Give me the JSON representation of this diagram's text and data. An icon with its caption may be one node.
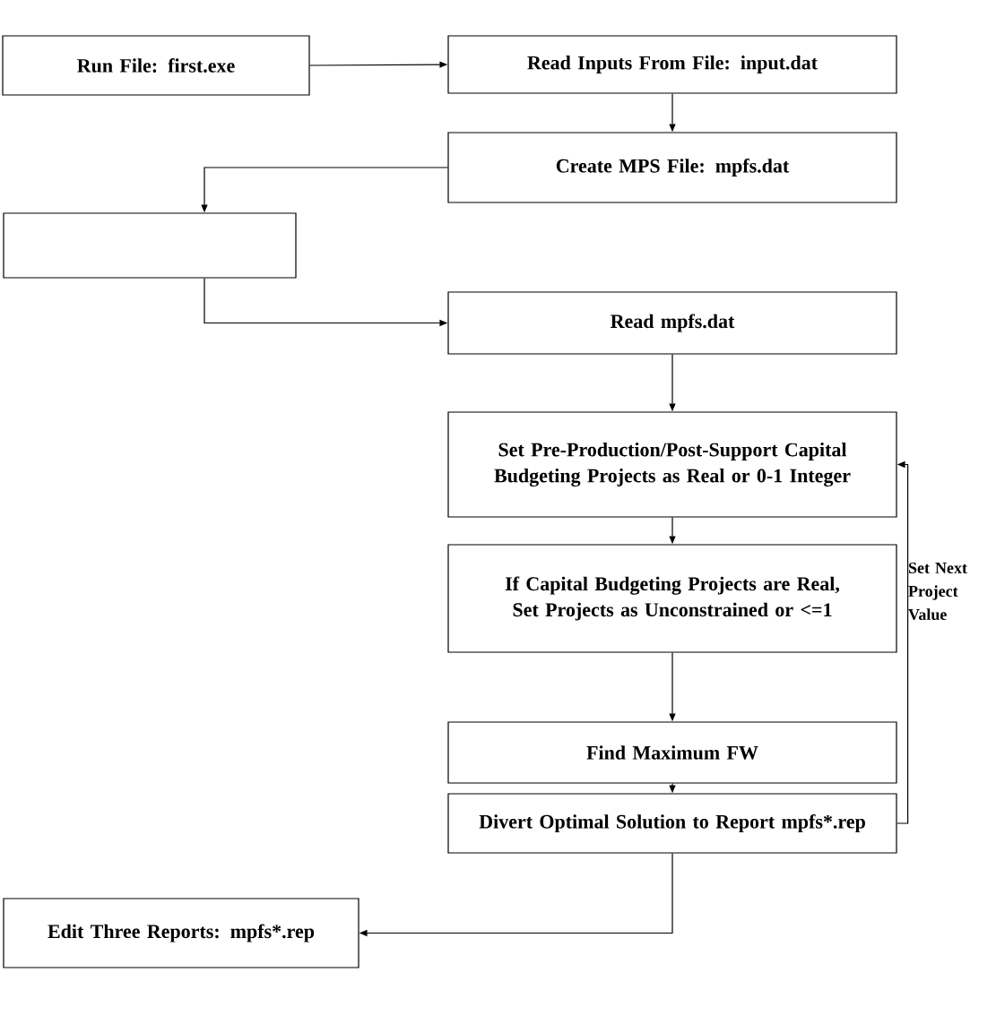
{
  "diagram": {
    "nodes": [
      {
        "text": [
          "Run File: first.exe"
        ]
      },
      {
        "text": [
          "Read Inputs From File: input.dat"
        ]
      },
      {
        "text": [
          "Create MPS File: mpfs.dat"
        ]
      },
      {
        "text": [],
        "shape": "box"
      },
      {
        "text": [
          "Read mpfs.dat"
        ]
      },
      {
        "text": [
          "Set Pre-Production/Post-Support Capital Budgeting Projects as Real or 0-1 Integer"
        ]
      },
      {
        "text": [
          "If Capital Budgeting Projects are Real, Set Projects as Unconstrained or <=1"
        ]
      },
      {
        "text": [
          "Find Maximum FW"
        ]
      },
      {
        "text": [
          "Divert Optimal Solution to Report mpfs*.rep"
        ]
      },
      {
        "text": [
          "Edit Three Reports: mpfs*.rep"
        ]
      }
    ],
    "edges": [
      {
        "from": 0,
        "to": 1,
        "arrow": "to"
      },
      {
        "from": 1,
        "to": 2,
        "arrow": "to"
      },
      {
        "from": 2,
        "to": 3,
        "arrow": "to"
      },
      {
        "from": 3,
        "to": 4,
        "arrow": "to"
      },
      {
        "from": 4,
        "to": 5,
        "arrow": "to"
      },
      {
        "from": 5,
        "to": 6,
        "arrow": "to"
      },
      {
        "from": 6,
        "to": 7,
        "arrow": "to"
      },
      {
        "from": 7,
        "to": 8,
        "arrow": "to"
      },
      {
        "from": 8,
        "to": 9,
        "arrow": "to"
      },
      {
        "from": 8,
        "to": 5,
        "arrow": "to",
        "label": "Set Next Project Value"
      }
    ]
  }
}
